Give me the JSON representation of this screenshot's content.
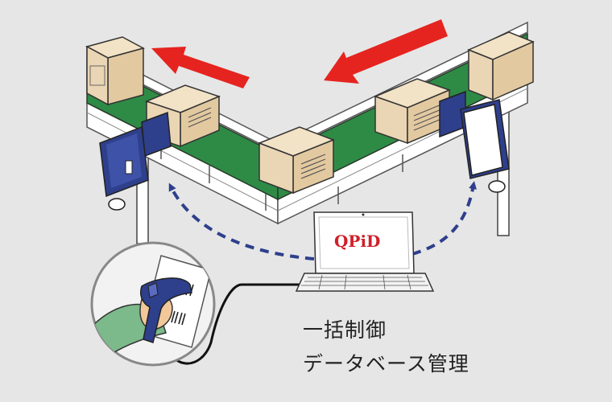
{
  "logo": {
    "text": "QPiD",
    "color": "#d0202a"
  },
  "captions": {
    "line1": "一括制御",
    "line2": "データベース管理"
  },
  "colors": {
    "background": "#e6e6e6",
    "belt": "#2e8b46",
    "box": "#ead5b4",
    "reader": "#2e3f8c",
    "arrow": "#e52420",
    "dashed_link": "#2e3f8c"
  },
  "icons": [
    "conveyor",
    "cardboard-box",
    "rfid-reader",
    "laptop",
    "handheld-scanner",
    "barcode-sheet"
  ]
}
